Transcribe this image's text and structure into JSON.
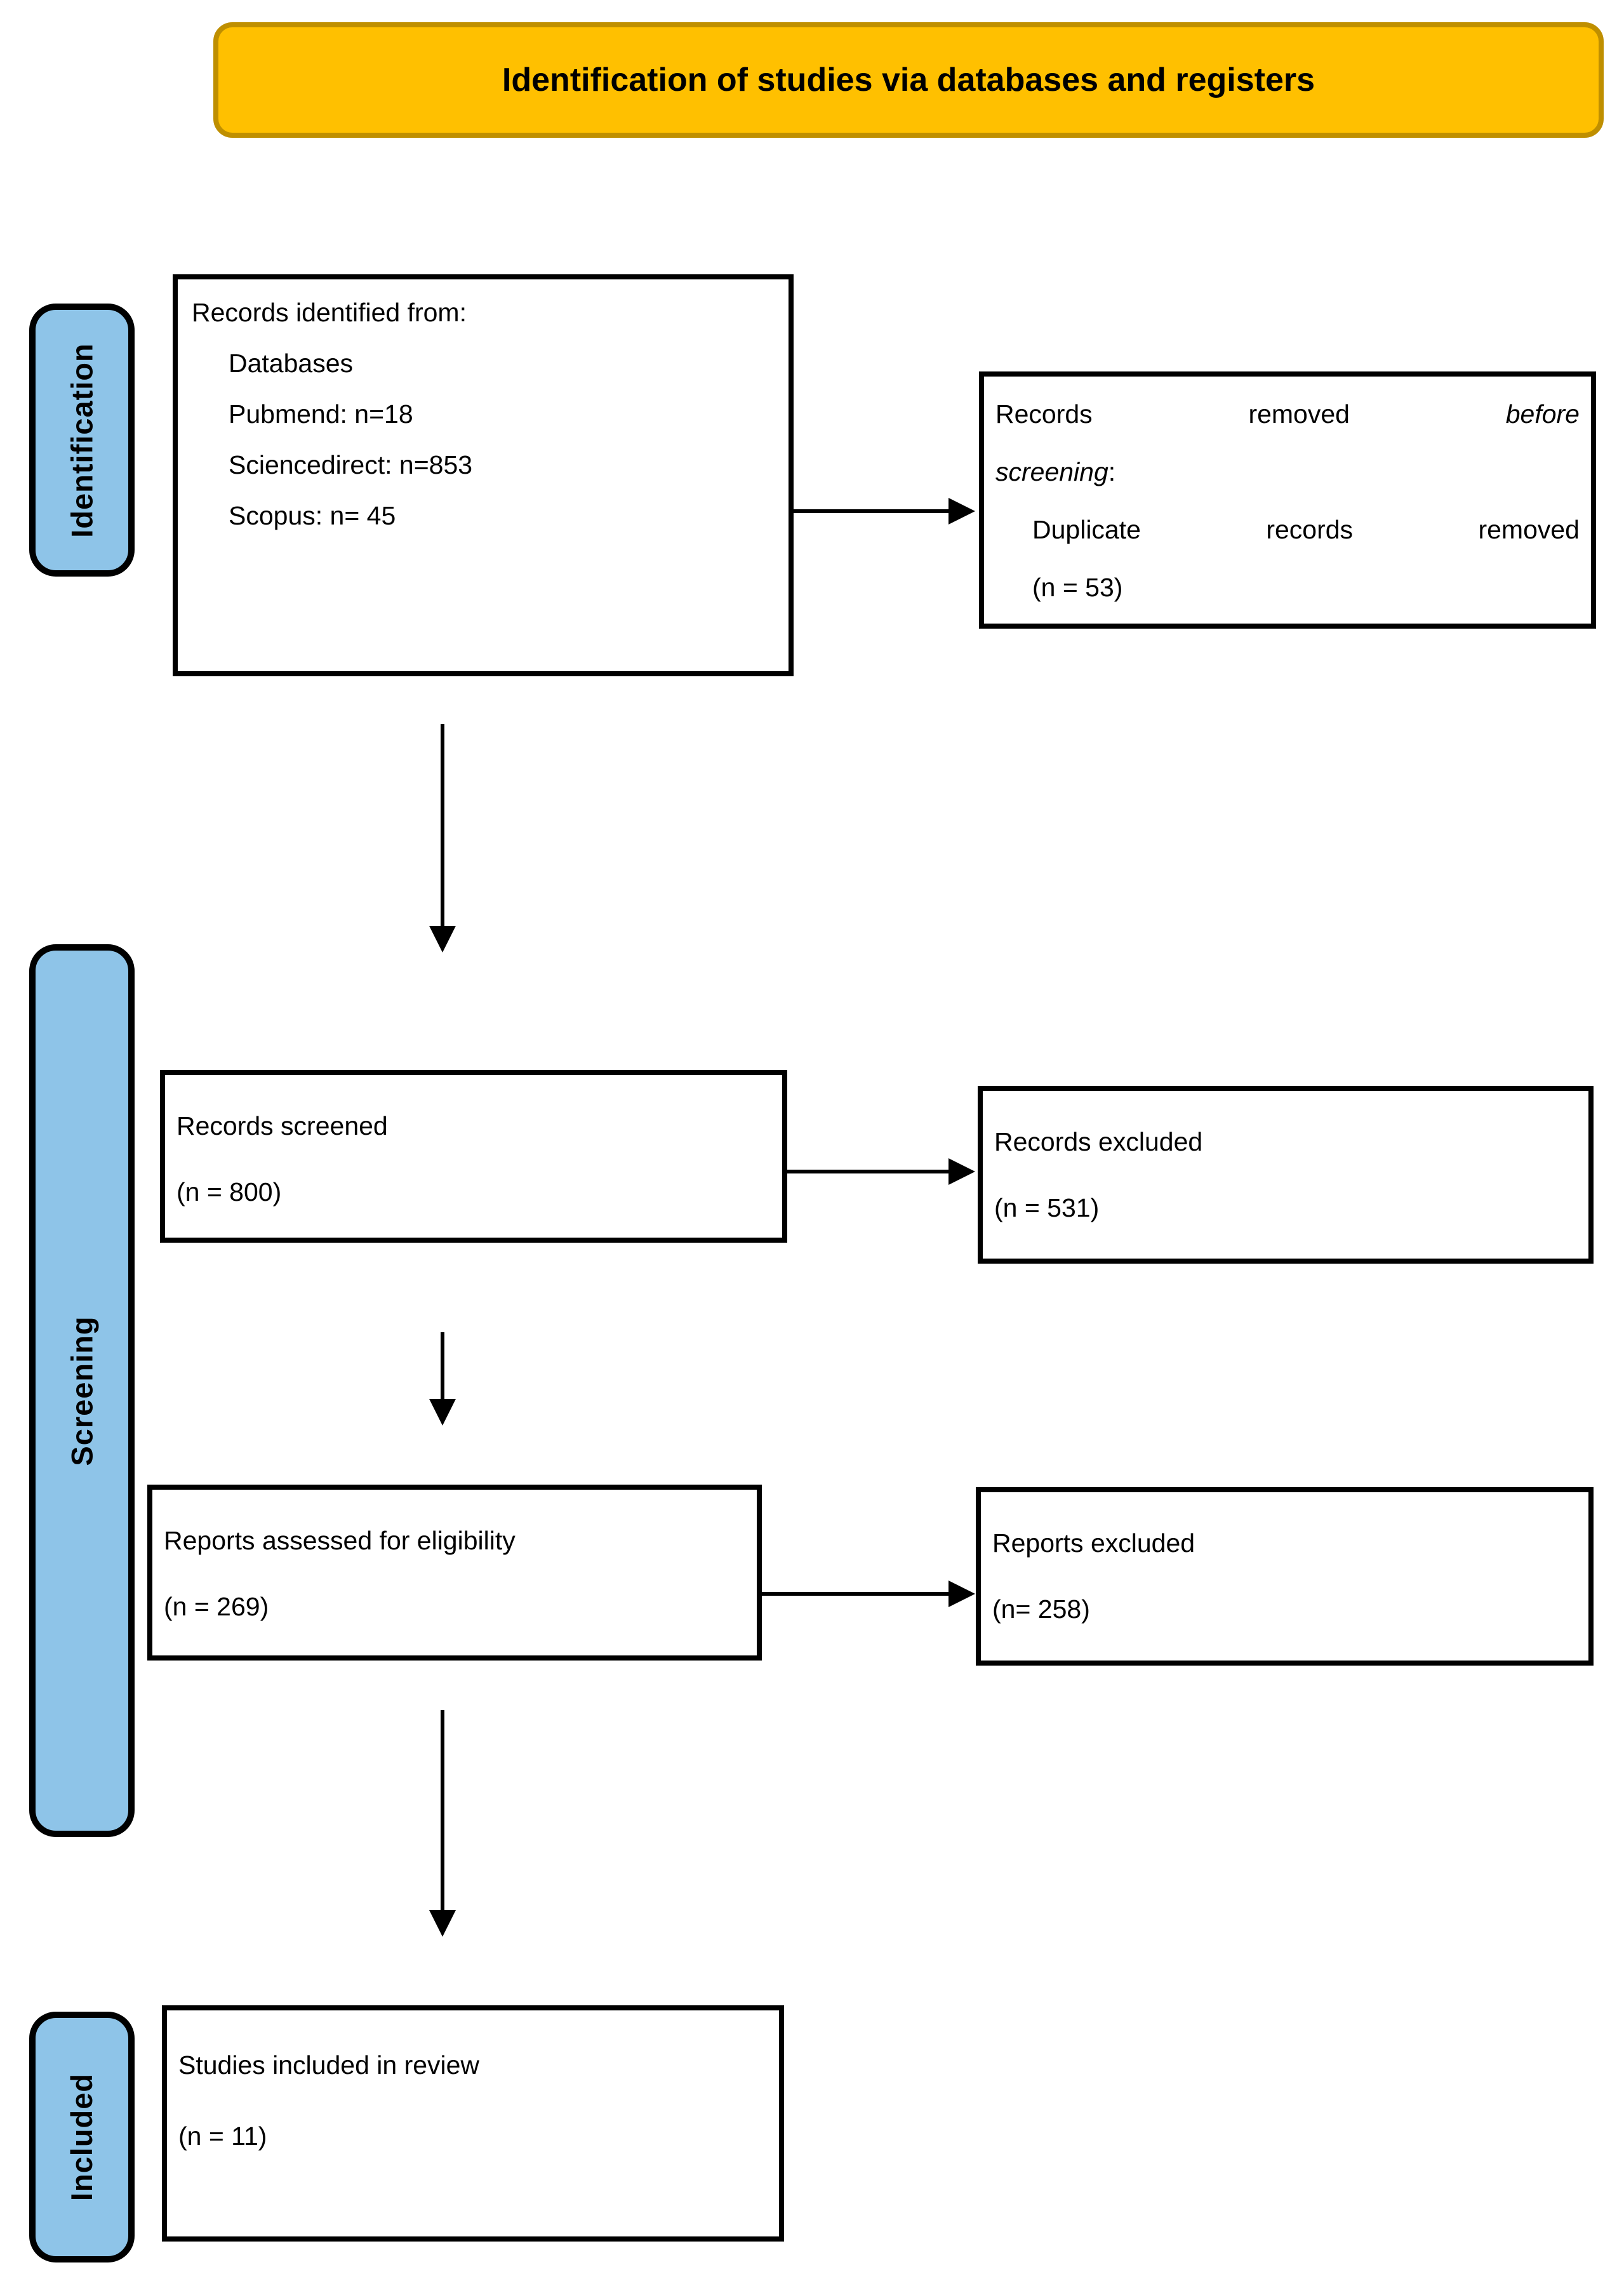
{
  "header": {
    "title": "Identification of studies via databases and registers"
  },
  "sidebars": {
    "identification": "Identification",
    "screening": "Screening",
    "included": "Included"
  },
  "boxes": {
    "records_identified": {
      "title": "Records identified from:",
      "items": [
        "Databases",
        "Pubmend: n=18",
        "Sciencedirect: n=853",
        "Scopus: n= 45"
      ]
    },
    "records_removed": {
      "line1": {
        "w1": "Records",
        "w2": "removed",
        "w3_italic": "before"
      },
      "line2": {
        "italic": "screening",
        "suffix": ":"
      },
      "line3": {
        "w1": "Duplicate",
        "w2": "records",
        "w3": "removed"
      },
      "count": "(n = 53)"
    },
    "records_screened": {
      "line1": "Records screened",
      "count": "(n = 800)"
    },
    "records_excluded": {
      "line1": "Records excluded",
      "count": "(n = 531)"
    },
    "reports_assessed": {
      "line1": "Reports assessed for eligibility",
      "count": "(n = 269)"
    },
    "reports_excluded": {
      "line1": "Reports excluded",
      "count": "(n= 258)"
    },
    "studies_included": {
      "line1": "Studies included in review",
      "count": "(n = 11)"
    }
  },
  "colors": {
    "header_fill": "#FFC000",
    "header_border": "#BF8F00",
    "sidebar_fill": "#8EC4E8",
    "box_fill": "#FFFFFF",
    "box_border": "#000000",
    "arrow": "#000000",
    "text": "#000000"
  }
}
